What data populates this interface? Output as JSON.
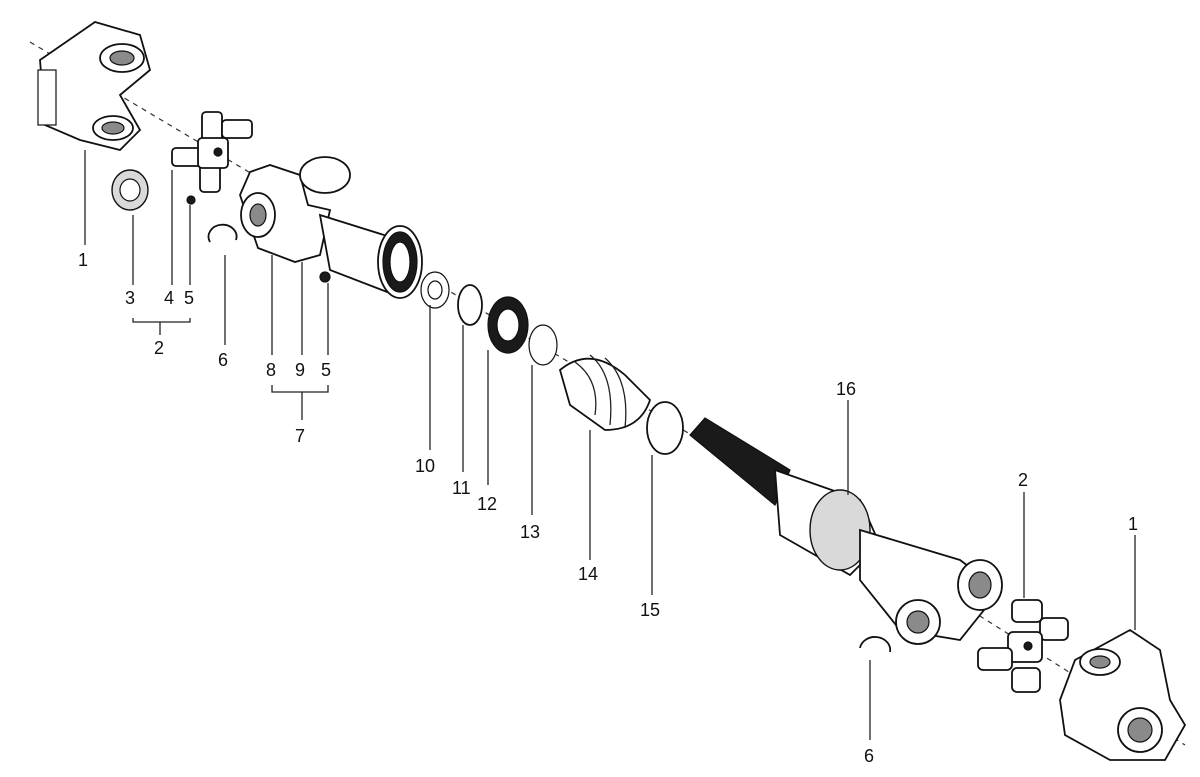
{
  "diagram": {
    "labels": {
      "l1": "1",
      "l3": "3",
      "l4": "4",
      "l5a": "5",
      "l2a": "2",
      "l6a": "6",
      "l8": "8",
      "l9": "9",
      "l5b": "5",
      "l7": "7",
      "l10": "10",
      "l11": "11",
      "l12": "12",
      "l13": "13",
      "l14": "14",
      "l15": "15",
      "l16": "16",
      "l2b": "2",
      "l1b": "1",
      "l6b": "6"
    }
  }
}
